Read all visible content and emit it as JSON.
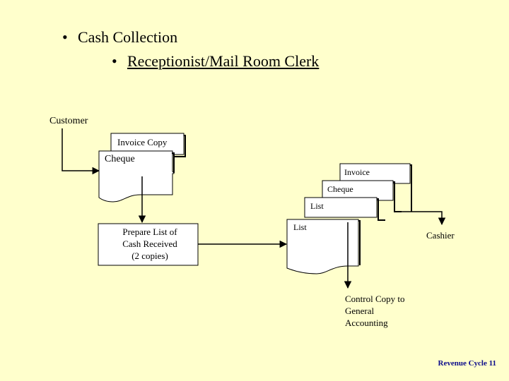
{
  "bullets": {
    "level1": "Cash Collection",
    "level2": "Receptionist/Mail Room Clerk",
    "marker": "•"
  },
  "diagram": {
    "customer": "Customer",
    "invoice_copy": "Invoice Copy",
    "cheque": "Cheque",
    "prepare_box": [
      "Prepare List of",
      "Cash Received",
      "(2 copies)"
    ],
    "stack_invoice": "Invoice",
    "stack_cheque": "Cheque",
    "stack_list": "List",
    "list_doc": "List",
    "cashier": "Cashier",
    "control_copy": [
      "Control Copy to",
      "General",
      "Accounting"
    ]
  },
  "footer": "Revenue Cycle 11",
  "colors": {
    "background": "#FFFFCC",
    "footer_text": "#0A0A8A"
  }
}
